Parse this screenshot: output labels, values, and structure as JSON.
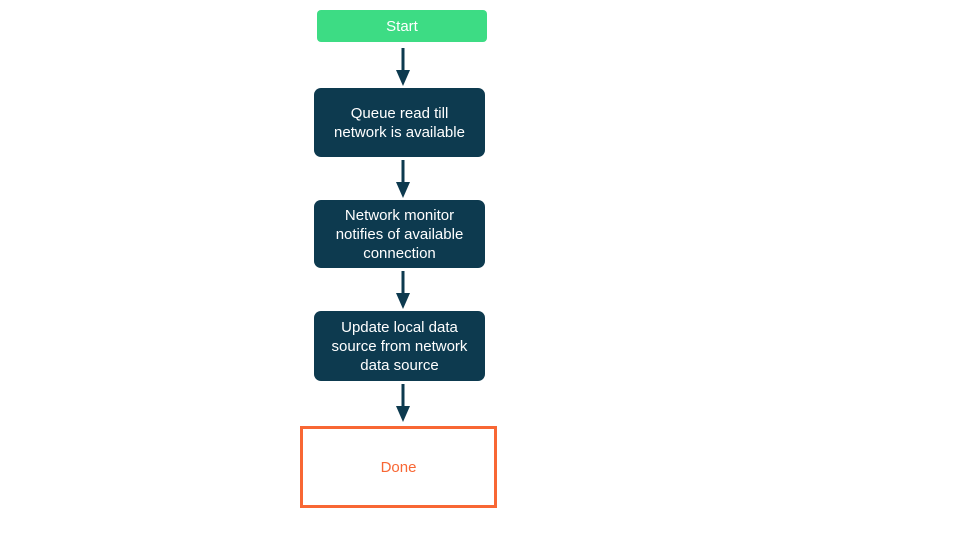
{
  "flowchart": {
    "background": "#ffffff",
    "connector_color": "#0d3a4f",
    "nodes": [
      {
        "id": "start",
        "label": "Start",
        "shape": "rounded-rect",
        "fill": "#3ddc84",
        "text_color": "#ffffff"
      },
      {
        "id": "queue-read",
        "label": "Queue read till\nnetwork is available",
        "shape": "rounded-rect",
        "fill": "#0d3a4f",
        "text_color": "#ffffff"
      },
      {
        "id": "network-monitor",
        "label": "Network monitor\nnotifies of available\nconnection",
        "shape": "rounded-rect",
        "fill": "#0d3a4f",
        "text_color": "#ffffff"
      },
      {
        "id": "update-local-data",
        "label": "Update local data\nsource from network\ndata source",
        "shape": "rounded-rect",
        "fill": "#0d3a4f",
        "text_color": "#ffffff"
      },
      {
        "id": "done",
        "label": "Done",
        "shape": "outlined-rect",
        "fill": "#ffffff",
        "border_color": "#f86734",
        "text_color": "#f86734"
      }
    ]
  }
}
